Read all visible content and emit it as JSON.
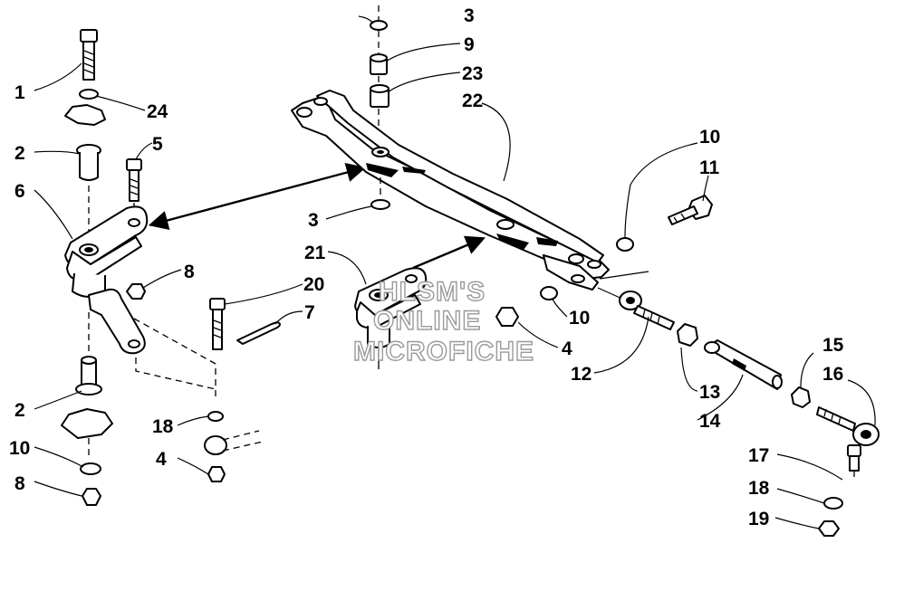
{
  "callouts": [
    "1",
    "2",
    "3",
    "4",
    "5",
    "6",
    "7",
    "8",
    "9",
    "10",
    "11",
    "12",
    "13",
    "14",
    "15",
    "16",
    "17",
    "18",
    "19",
    "20",
    "21",
    "22",
    "23",
    "24"
  ],
  "watermark": [
    "HLSM'S",
    "ONLINE",
    "MICROFICHE"
  ]
}
